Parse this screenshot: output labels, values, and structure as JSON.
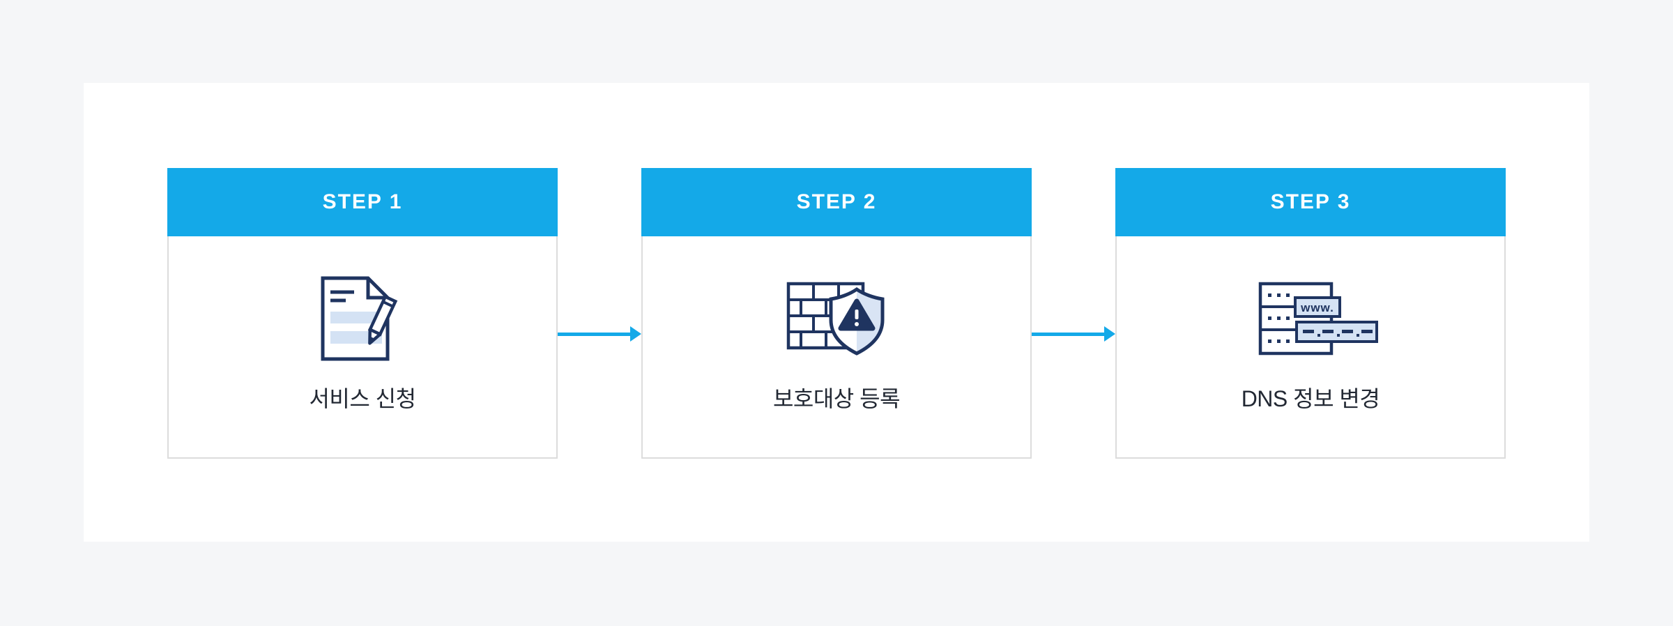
{
  "page": {
    "background": "#f5f6f8",
    "panel_background": "#ffffff"
  },
  "colors": {
    "accent_blue": "#14a9e8",
    "icon_navy": "#1f3460",
    "icon_light_blue": "#d4e2f4",
    "shield_light_blue": "#d9e4f4",
    "card_border": "#dcdcdc",
    "header_text": "#ffffff",
    "label_text": "#222833"
  },
  "steps": [
    {
      "header": "STEP 1",
      "label": "서비스 신청",
      "icon": "document-pen-icon"
    },
    {
      "header": "STEP 2",
      "label": "보호대상 등록",
      "icon": "firewall-shield-icon"
    },
    {
      "header": "STEP 3",
      "label": "DNS 정보 변경",
      "icon": "dns-server-icon"
    }
  ],
  "icon_labels": {
    "www": "www."
  }
}
